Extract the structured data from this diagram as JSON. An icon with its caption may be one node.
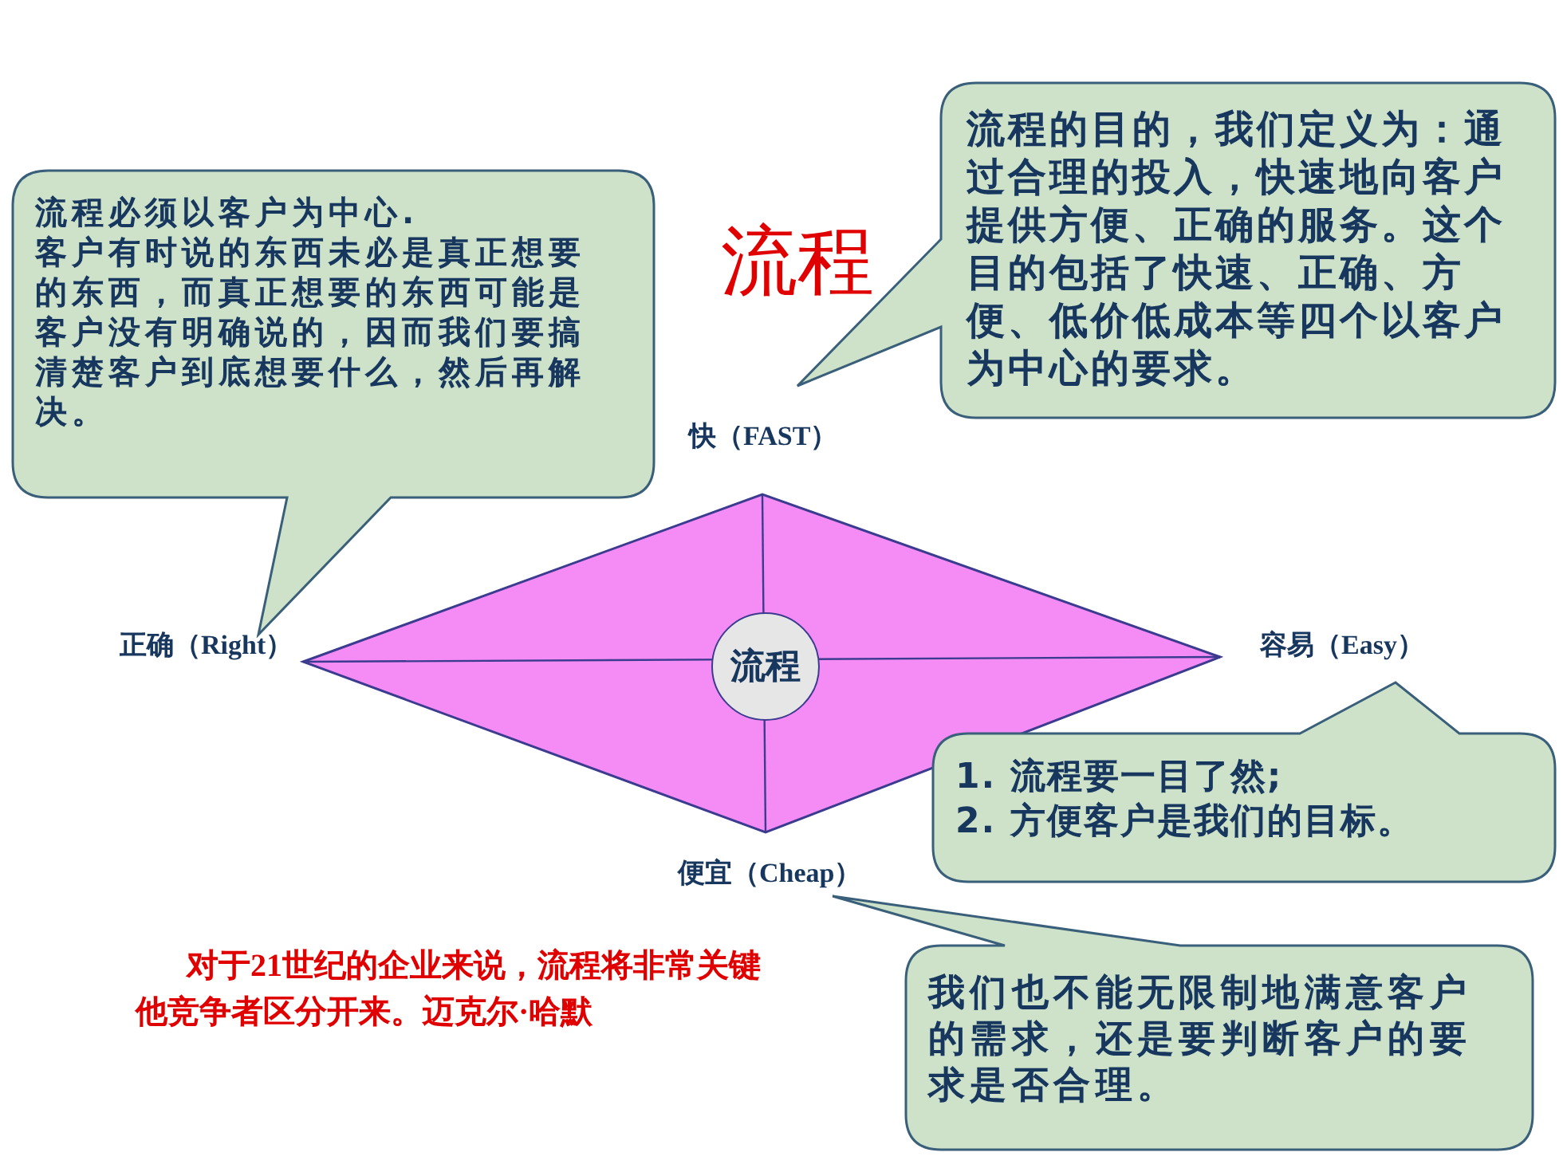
{
  "diagram": {
    "title": "流程",
    "nodes": [
      {
        "text": [],
        "shape": "diamond"
      },
      {
        "text": [
          "流程"
        ],
        "in": 0
      },
      {
        "text": [
          "流程必须以客户为中心.",
          "客户有时说的东西未必是真正想要的东西，而真正想要的东西可能是客户没有明确说的，因而我们要搞清楚客户到底想要什么，然后再解决。"
        ]
      },
      {
        "text": [
          "流程的目的，我们定义为：通过合理的投入，快速地向客户提供方便、正确的服务。这个目的包括了快速、正确、方便、低价低成本等四个以客户为中心的要求。"
        ]
      },
      {
        "text": [
          "1. 流程要一目了然;",
          "2. 方便客户是我们的目标。"
        ]
      },
      {
        "text": [
          "我们也不能无限制地满意客户的需求，还是要判断客户的要求是否合理。"
        ]
      }
    ],
    "labels": [
      "快（FAST）",
      "正确（Right）",
      "容易（Easy）",
      "便宜（Cheap）",
      "对于21世纪的企业来说，流程将非常关键",
      "他竞争者区分开来。迈克尔·哈默"
    ]
  }
}
